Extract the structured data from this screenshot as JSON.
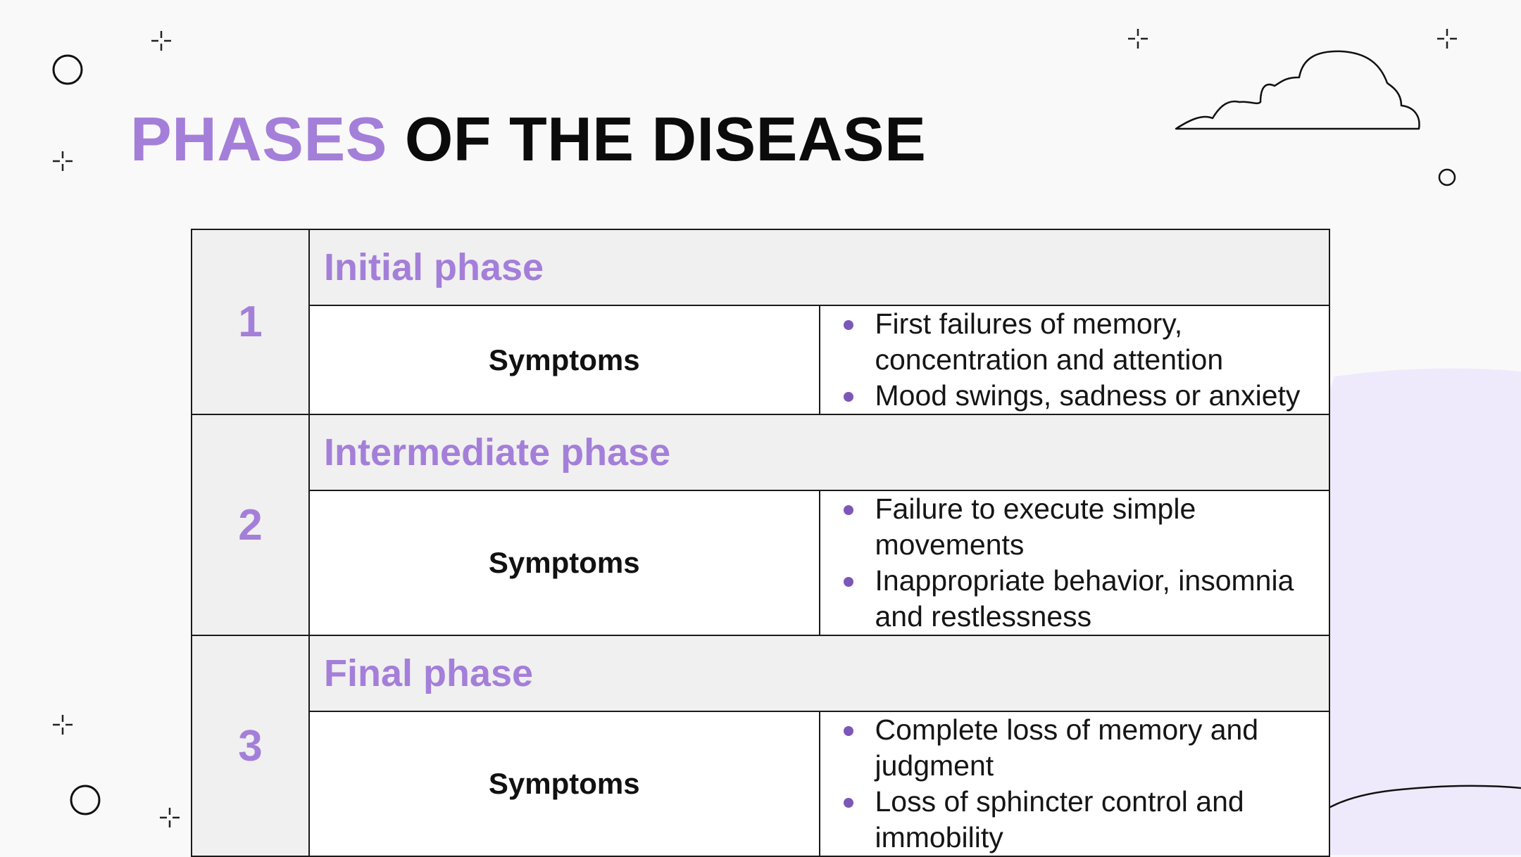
{
  "slide": {
    "title_accent": "PHASES",
    "title_rest": " OF THE DISEASE",
    "colors": {
      "accent": "#a47fd9",
      "bullet": "#7d57b8",
      "blob": "#efeafb",
      "header_bg": "#f0f0f0",
      "background": "#f9f9f9"
    }
  },
  "phases": [
    {
      "number": "1",
      "name": "Initial phase",
      "label": "Symptoms",
      "symptoms": [
        "First failures of memory, concentration and attention",
        "Mood swings, sadness or anxiety"
      ]
    },
    {
      "number": "2",
      "name": "Intermediate phase",
      "label": "Symptoms",
      "symptoms": [
        "Failure to execute simple movements",
        "Inappropriate behavior, insomnia and restlessness"
      ]
    },
    {
      "number": "3",
      "name": "Final phase",
      "label": "Symptoms",
      "symptoms": [
        "Complete loss of memory and judgment",
        "Loss of sphincter control and immobility"
      ]
    }
  ]
}
